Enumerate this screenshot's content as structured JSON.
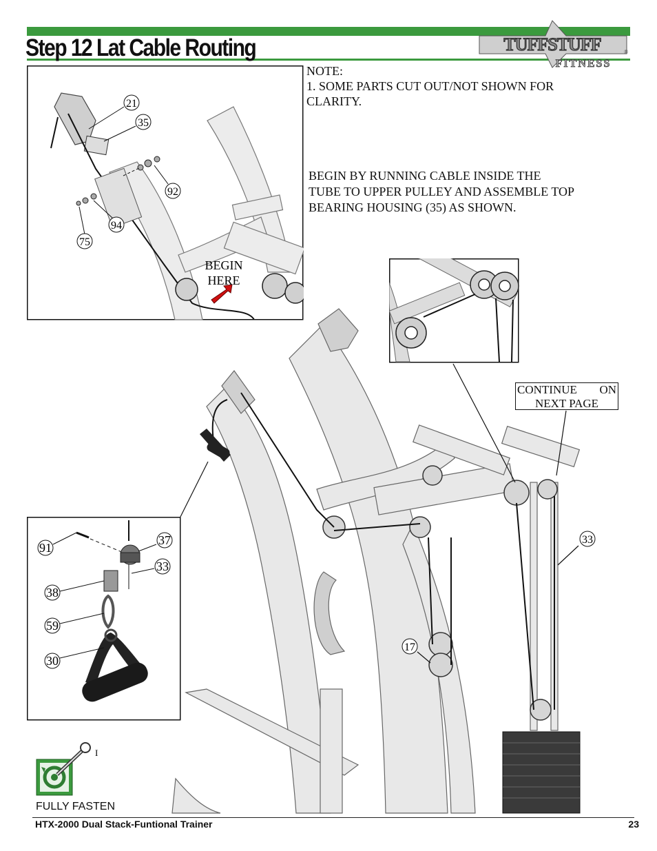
{
  "header": {
    "title": "Step 12 Lat Cable Routing",
    "logo_main": "TUFFSTUFF",
    "logo_sub": "FITNESS",
    "logo_mark": "®",
    "brand_color": "#3b9a3e"
  },
  "notes": {
    "note_heading": "NOTE:",
    "note_line1": "1. SOME PARTS CUT OUT/NOT SHOWN FOR",
    "note_line2": "CLARITY.",
    "begin_line1": "BEGIN BY RUNNING CABLE INSIDE THE",
    "begin_line2": "TUBE TO UPPER PULLEY AND ASSEMBLE TOP",
    "begin_line3": "BEARING HOUSING (35) AS SHOWN."
  },
  "top_inset": {
    "callouts": [
      "21",
      "35",
      "92",
      "94",
      "75"
    ],
    "begin_label_1": "BEGIN",
    "begin_label_2": "HERE"
  },
  "continue_box": {
    "word1": "CONTINUE",
    "word2": "ON",
    "line2": "NEXT PAGE"
  },
  "main_callouts": [
    "33",
    "17"
  ],
  "bottom_inset": {
    "callouts": [
      "91",
      "37",
      "33",
      "38",
      "59",
      "30"
    ]
  },
  "fasten": {
    "label": "FULLY FASTEN",
    "mark": "I"
  },
  "footer": {
    "product": "HTX-2000 Dual Stack-Funtional Trainer",
    "page": "23"
  }
}
